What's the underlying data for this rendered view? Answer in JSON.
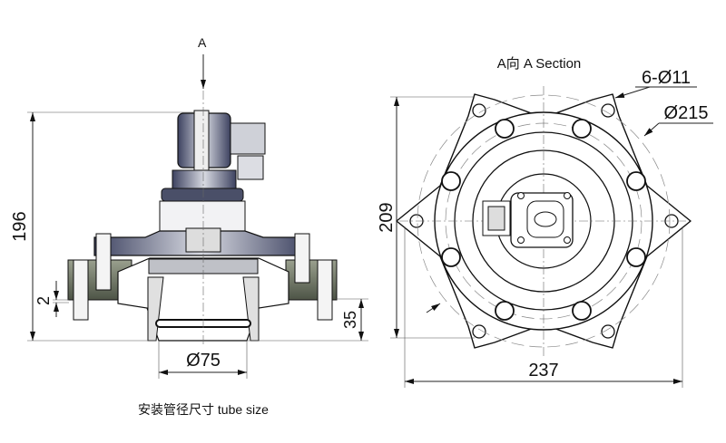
{
  "side_view": {
    "view_marker": "A",
    "height_dim": "196",
    "gap_dim": "2",
    "tube_dia_dim": "Ø75",
    "outlet_dim": "35",
    "caption": "安装管径尺寸 tube size"
  },
  "section_view": {
    "title": "A向 A Section",
    "height_dim": "209",
    "width_dim": "237",
    "hole_dim": "6-Ø11",
    "pcd_dim": "Ø215"
  },
  "colors": {
    "line": "#111111",
    "body_fill": "#6a6f85",
    "flange_fill": "#7d8570"
  }
}
